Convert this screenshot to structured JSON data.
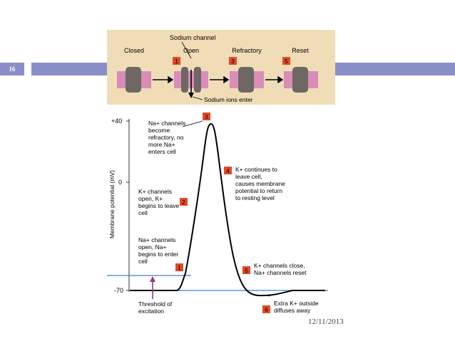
{
  "slide": {
    "number": "16",
    "date": "12/11/2013"
  },
  "channel_diagram": {
    "title": "Sodium channel",
    "states": [
      "Closed",
      "Open",
      "Refractory",
      "Reset"
    ],
    "state_badges": [
      "1",
      "3",
      "5"
    ],
    "ions_label": "Sodium ions enter"
  },
  "graph": {
    "y_axis_label": "Membrane potential (mV)",
    "ticks": [
      "+40",
      "0",
      "-70"
    ],
    "threshold_label": [
      "Threshold of",
      "excitation"
    ],
    "annotations": [
      {
        "num": "1",
        "lines": [
          "Na+ channels",
          "open, Na+",
          "begins to enter",
          "cell"
        ]
      },
      {
        "num": "2",
        "lines": [
          "K+ channels",
          "open, K+",
          "begins to leave",
          "cell"
        ]
      },
      {
        "num": "3",
        "lines": [
          "Na+ channels",
          "become",
          "refractory, no",
          "more Na+",
          "enters cell"
        ]
      },
      {
        "num": "4",
        "lines": [
          "K+ continues to",
          "leave cell,",
          "causes membrane",
          "potential to return",
          "to resting level"
        ]
      },
      {
        "num": "5",
        "lines": [
          "K+ channels close,",
          "Na+ channels reset"
        ]
      },
      {
        "num": "6",
        "lines": [
          "Extra K+ outside",
          "diffuses away"
        ]
      }
    ]
  }
}
